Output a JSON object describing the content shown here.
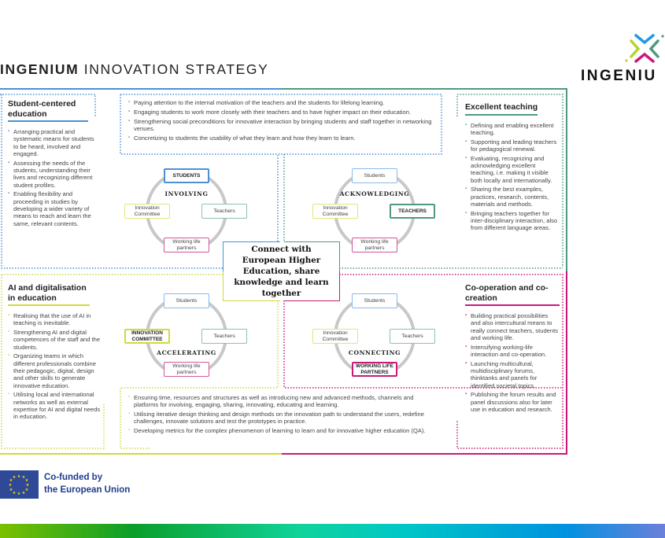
{
  "header": {
    "title_bold": "INGENIUM",
    "title_rest": "INNOVATION STRATEGY",
    "logo_text": "INGENIU"
  },
  "colors": {
    "blue": "#4a90d9",
    "green": "#4f9a7e",
    "yellow": "#d2d93a",
    "magenta": "#c8197a"
  },
  "center": {
    "text": "Connect with European Higher Education, share knowledge and learn together"
  },
  "student_centered": {
    "title": "Student-centered education",
    "items": [
      "Arranging practical and systematic means for students to be heard, involved and engaged.",
      "Assessing the needs of the students, understanding their lives and recognizing different student profiles.",
      "Enabling flexibility and proceeding in studies by developing a wider variety of means to reach and learn the same, relevant contents."
    ]
  },
  "top_center": {
    "items": [
      "Paying attention to the internal motivation of the teachers and the students for lifelong learning.",
      "Engaging students to work more closely with their teachers and to have higher impact on their education.",
      "Strengthening social preconditions for innovative interaction by bringing students and staff together in networking venues.",
      "Concretizing to students the usability of what they learn and how they learn to learn."
    ]
  },
  "excellent_teaching": {
    "title": "Excellent teaching",
    "items": [
      "Defining and enabling excellent teaching.",
      "Supporting and leading teachers for pedagogical renewal.",
      "Evaluating, recognizing and acknowledging excellent teaching, i.e. making it visible both locally and internationally.",
      "Sharing the best examples, practices, research, contents, materials and methods.",
      "Bringing teachers together for inter-disciplinary interaction, also from different language areas."
    ]
  },
  "ai": {
    "title": "AI and digitalisation in education",
    "items": [
      "Realising that the use of AI in teaching is inevitable.",
      "Strengthening AI and digital competences of the staff and the students.",
      "Organizing teams in which different professionals combine their pedagogic, digital, design and other skills to generate innovative education.",
      "Utilising local and international networks as well as external expertise for AI and digital needs in education."
    ]
  },
  "bottom_center": {
    "items": [
      "Ensuring time, resources and structures as well as introducing new and advanced methods, channels and platforms for involving, engaging, sharing, innovating, educating and learning.",
      "Utilising iterative design thinking and design methods on the innovation path to understand the users, redefine challenges, innovate solutions and test the prototypes in practice.",
      "Developing metrics for the complex phenomenon of learning to learn and for innovative higher education (QA)."
    ]
  },
  "cooperation": {
    "title": "Co-operation and co-creation",
    "items": [
      "Building practical possibilities and also intercultural means to really connect teachers, students and working life.",
      "Intensifying working-life interaction and co-operation.",
      "Launching multicultural, multidisciplinary forums, thinktanks and panels for identified societal topics.",
      "Publishing the forum results and panel discussions also for later use in education and research."
    ]
  },
  "cycles": [
    {
      "verb": "INVOLVING",
      "top": "STUDENTS",
      "left": "Innovation Committee",
      "right": "Teachers",
      "bottom": "Working life partners"
    },
    {
      "verb": "ACKNOWLEDGING",
      "top": "Students",
      "left": "Innovation Committee",
      "right": "TEACHERS",
      "bottom": "Working life partners"
    },
    {
      "verb": "ACCELERATING",
      "top": "Students",
      "left": "INNOVATION COMMITTEE",
      "right": "Teachers",
      "bottom": "Working life partners"
    },
    {
      "verb": "CONNECTING",
      "top": "Students",
      "left": "Innovation Committee",
      "right": "Teachers",
      "bottom": "WORKING LIFE PARTNERS"
    }
  ],
  "footer": {
    "eu_line1": "Co-funded by",
    "eu_line2": "the European Union"
  }
}
